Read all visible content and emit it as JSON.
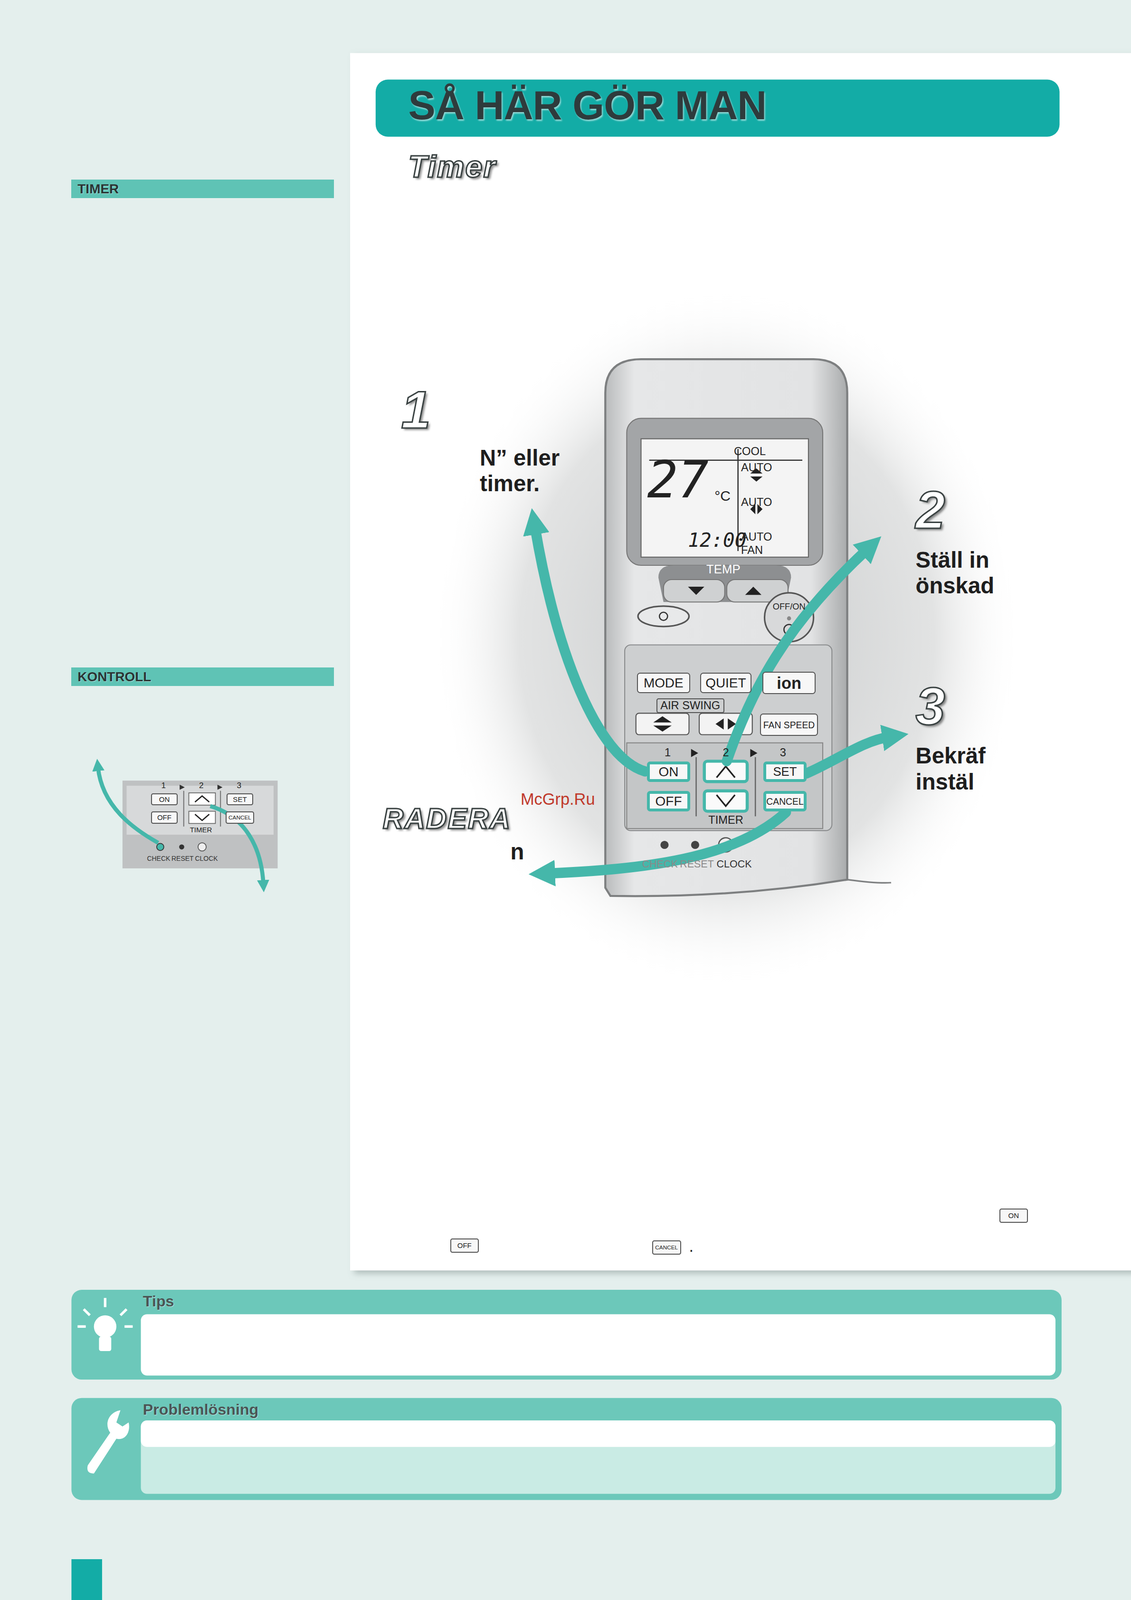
{
  "diagram": {
    "title": "SÅ HÄR GÖR MAN",
    "nodes": [
      {
        "text": [
          "TIMER"
        ]
      },
      {
        "text": [
          "KONTROLL"
        ]
      },
      {
        "text": [
          "MODE"
        ]
      },
      {
        "text": [
          "QUIET"
        ]
      },
      {
        "text": [
          "ion"
        ]
      },
      {
        "text": [
          "FAN SPEED"
        ]
      },
      {
        "text": [
          "ON"
        ]
      },
      {
        "text": [
          "OFF"
        ]
      },
      {
        "text": [
          "SET"
        ]
      },
      {
        "text": [
          "CANCEL"
        ]
      },
      {
        "text": [
          "ON"
        ]
      },
      {
        "text": [
          "OFF"
        ]
      },
      {
        "text": [
          "SET"
        ]
      },
      {
        "text": [
          "CANCEL"
        ]
      },
      {
        "text": [
          "ON"
        ]
      },
      {
        "text": [
          "OFF"
        ]
      },
      {
        "text": [
          "CANCEL"
        ]
      },
      {
        "text": [
          "Tips"
        ]
      },
      {
        "text": [
          "Problemlösning"
        ]
      }
    ],
    "labels": [
      "Timer",
      "1",
      "N” eller timer.",
      "2",
      "Ställ in önskad",
      "3",
      "Bekräf instäl",
      "RADERA",
      "n",
      "COOL",
      "27",
      "°C",
      "AUTO",
      "AUTO",
      "12:00",
      "AUTO FAN",
      "TEMP",
      "OFF/ON",
      "AIR SWING",
      "1",
      "2",
      "3",
      "TIMER",
      "CHECK",
      "RESET",
      "CLOCK",
      "1",
      "2",
      "3",
      "TIMER",
      "CHECK",
      "RESET",
      "CLOCK",
      "McGrp.Ru",
      "."
    ]
  }
}
